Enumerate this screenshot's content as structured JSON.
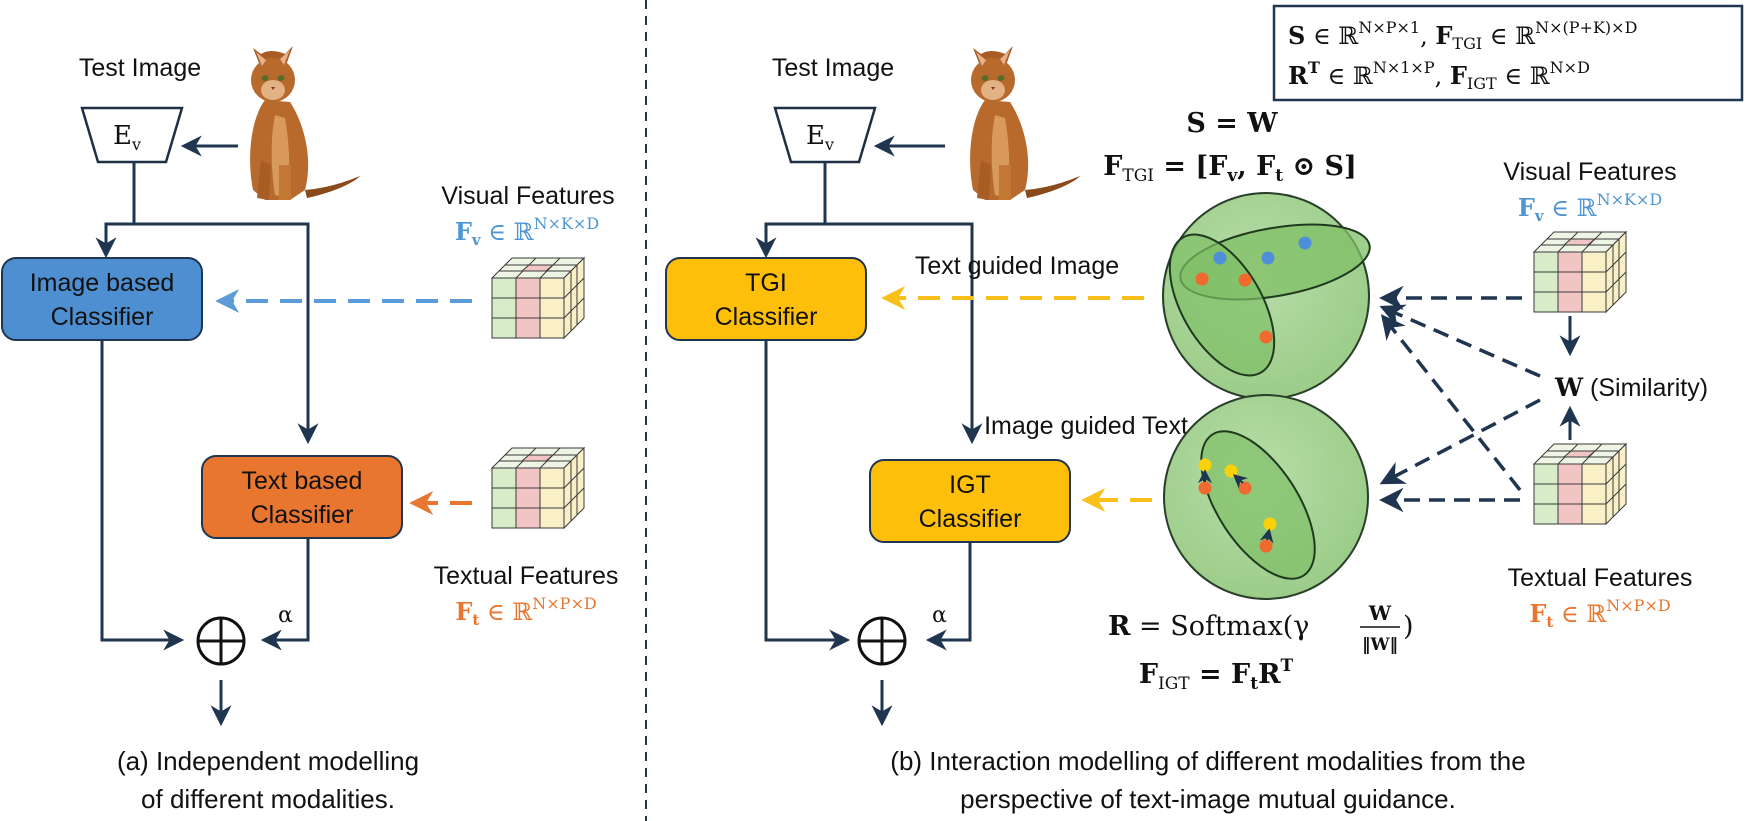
{
  "panel_a": {
    "test_image_label": "Test Image",
    "encoder_label": "E",
    "encoder_sub": "v",
    "image_classifier": [
      "Image based",
      "Classifier"
    ],
    "text_classifier": [
      "Text based",
      "Classifier"
    ],
    "visual_features_label": "Visual Features",
    "visual_features_formula": "F",
    "visual_features_formula_sub": "v",
    "visual_features_set": " ∈ ℝ",
    "visual_features_dims": "N×K×D",
    "textual_features_label": "Textual Features",
    "textual_features_formula": "F",
    "textual_features_formula_sub": "t",
    "textual_features_set": " ∈ ℝ",
    "textual_features_dims": "N×P×D",
    "alpha": "α",
    "sum_symbol": "⊕",
    "caption": [
      "(a) Independent modelling",
      "of different modalities."
    ]
  },
  "panel_b": {
    "test_image_label": "Test Image",
    "encoder_label": "E",
    "encoder_sub": "v",
    "tgi_classifier": [
      "TGI",
      "Classifier"
    ],
    "igt_classifier": [
      "IGT",
      "Classifier"
    ],
    "text_guided_image": "Text guided Image",
    "image_guided_text": "Image guided Text",
    "visual_features_label": "Visual Features",
    "visual_features_formula": "F",
    "visual_features_formula_sub": "v",
    "visual_features_set": " ∈ ℝ",
    "visual_features_dims": "N×K×D",
    "textual_features_label": "Textual Features",
    "textual_features_formula": "F",
    "textual_features_formula_sub": "t",
    "textual_features_set": " ∈ ℝ",
    "textual_features_dims": "N×P×D",
    "similarity_symbol": "W",
    "similarity_label": " (Similarity)",
    "eq_s": "S = W",
    "eq_ftgi_lhs": "F",
    "eq_ftgi_sub": "TGI",
    "eq_ftgi_rhs": " = [F",
    "eq_ftgi_rhs_v": "v",
    "eq_ftgi_rhs_mid": ", F",
    "eq_ftgi_rhs_t": "t",
    "eq_ftgi_rhs_end": " ⊙ S]",
    "eq_r_lhs": "R",
    "eq_r_mid": " = Softmax(γ",
    "eq_r_num": "W",
    "eq_r_den": "‖W‖",
    "eq_r_end": ")",
    "eq_figt_lhs": "F",
    "eq_figt_sub": "IGT",
    "eq_figt_rhs": " = F",
    "eq_figt_rhs_t": "t",
    "eq_figt_rhs_r": "R",
    "eq_figt_rhs_sup": "T",
    "alpha": "α",
    "sum_symbol": "⊕",
    "caption": [
      "(b) Interaction modelling of different modalities from the",
      "perspective of text-image mutual guidance."
    ]
  },
  "legend_box": {
    "line1": [
      {
        "sym": "S",
        "set": " ∈ ℝ",
        "dims": "N×P×1",
        "sep": ", "
      },
      {
        "sym": "F",
        "sub": "TGI",
        "set": " ∈ ℝ",
        "dims": "N×(P+K)×D"
      }
    ],
    "line2": [
      {
        "sym": "R",
        "symsup": "T",
        "set": " ∈ ℝ",
        "dims": "N×1×P",
        "sep": ", "
      },
      {
        "sym": "F",
        "sub": "IGT",
        "set": " ∈ ℝ",
        "dims": "N×D"
      }
    ]
  },
  "colors": {
    "navy": "#1f3550",
    "blue_box": "#4e8fd1",
    "orange_box": "#e8762f",
    "yellow_box": "#fdbf0a",
    "blue_text": "#4e97d4",
    "orange_text": "#e8762f",
    "yellow_arrow": "#f9c01b",
    "sphere_fill": "#a7d497",
    "ellipse_fill": "#83c26b"
  },
  "icons": [
    "cat-image",
    "cube-icon",
    "oplus-icon",
    "encoder-trapezoid"
  ]
}
